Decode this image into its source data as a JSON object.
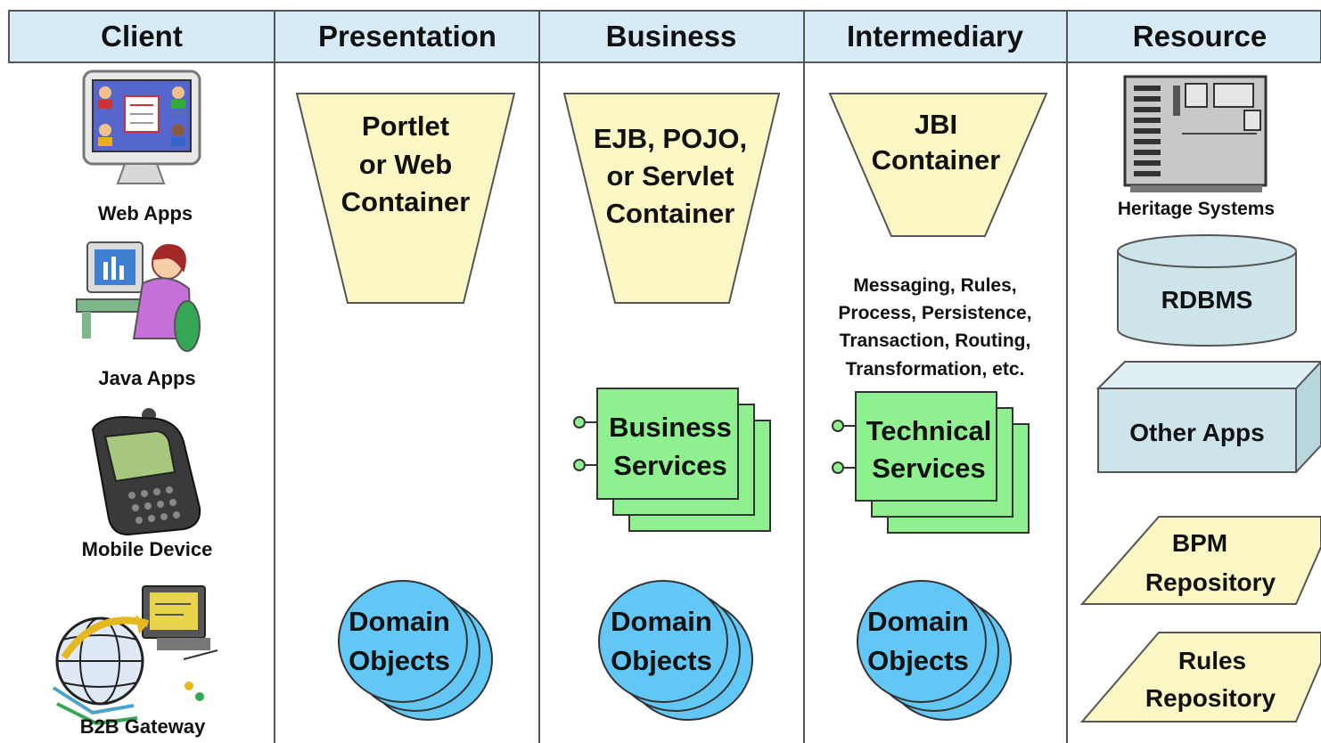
{
  "columns": [
    "Client",
    "Presentation",
    "Business",
    "Intermediary",
    "Resource"
  ],
  "client": {
    "web_apps": "Web Apps",
    "java_apps": "Java Apps",
    "mobile_device": "Mobile Device",
    "b2b_gateway": "B2B Gateway"
  },
  "presentation": {
    "container_lines": [
      "Portlet",
      "or Web",
      "Container"
    ],
    "domain_lines": [
      "Domain",
      "Objects"
    ]
  },
  "business": {
    "container_lines": [
      "EJB, POJO,",
      "or Servlet",
      "Container"
    ],
    "services_lines": [
      "Business",
      "Services"
    ],
    "domain_lines": [
      "Domain",
      "Objects"
    ]
  },
  "intermediary": {
    "container_lines": [
      "JBI",
      "Container"
    ],
    "features_lines": [
      "Messaging, Rules,",
      "Process, Persistence,",
      "Transaction, Routing,",
      "Transformation, etc."
    ],
    "services_lines": [
      "Technical",
      "Services"
    ],
    "domain_lines": [
      "Domain",
      "Objects"
    ]
  },
  "resource": {
    "heritage_systems": "Heritage Systems",
    "rdbms": "RDBMS",
    "other_apps": "Other Apps",
    "bpm_lines": [
      "BPM",
      "Repository"
    ],
    "rules_lines": [
      "Rules",
      "Repository"
    ]
  },
  "colors": {
    "header_fill": "#d6ebf5",
    "container_fill": "#fbf7c4",
    "services_fill": "#8ef08e",
    "domain_fill": "#63c7f5",
    "database_fill": "#cde4ea",
    "repository_fill": "#fbf7c4",
    "line": "#333333"
  }
}
